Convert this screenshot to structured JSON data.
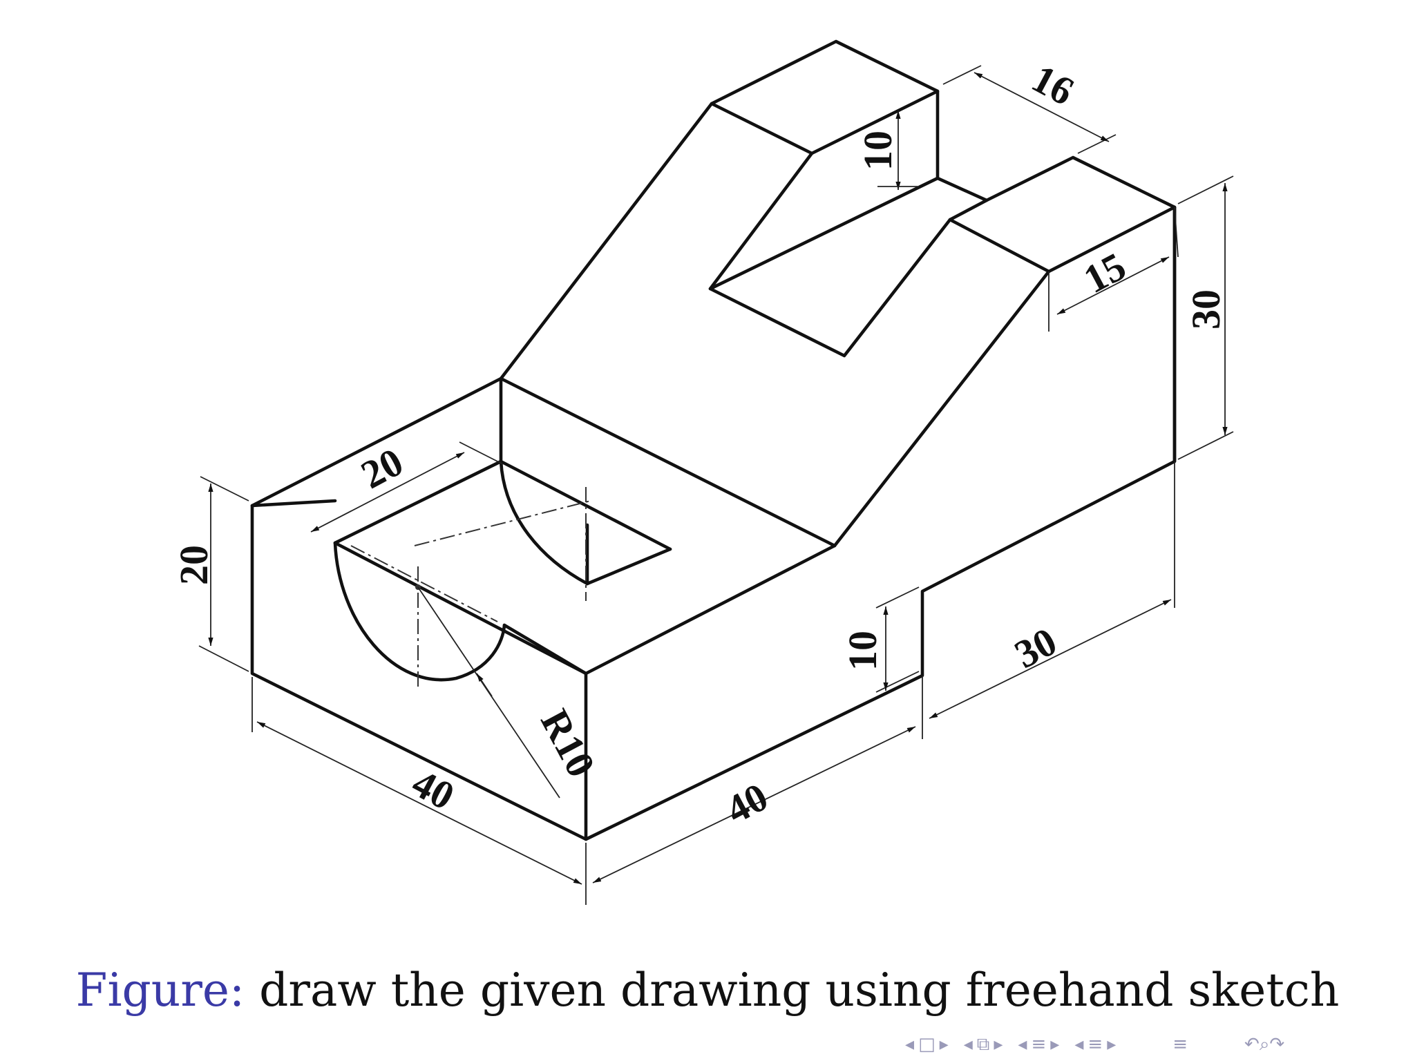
{
  "caption": {
    "label": "Figure:",
    "text": " draw the given drawing using freehand sketch"
  },
  "dimensions": {
    "height_left": "20",
    "pocket_width": "20",
    "slot_width": "16",
    "slot_depth": "10",
    "right_block_width": "15",
    "total_height": "30",
    "step_height": "10",
    "step_length": "30",
    "front_length": "40",
    "side_length": "40",
    "radius": "R10"
  },
  "nav": {
    "frame_prev": "◂",
    "frame_icon": "□",
    "frame_next": "▸",
    "sub_prev": "◂",
    "sub_icon": "⧉",
    "sub_next": "▸",
    "sec_prev": "◂",
    "sec_icon": "≡",
    "sec_next": "▸",
    "part_prev": "◂",
    "part_icon": "≡",
    "part_next": "▸",
    "align_icon": "≡",
    "search_icon": "↶⌕↷"
  }
}
